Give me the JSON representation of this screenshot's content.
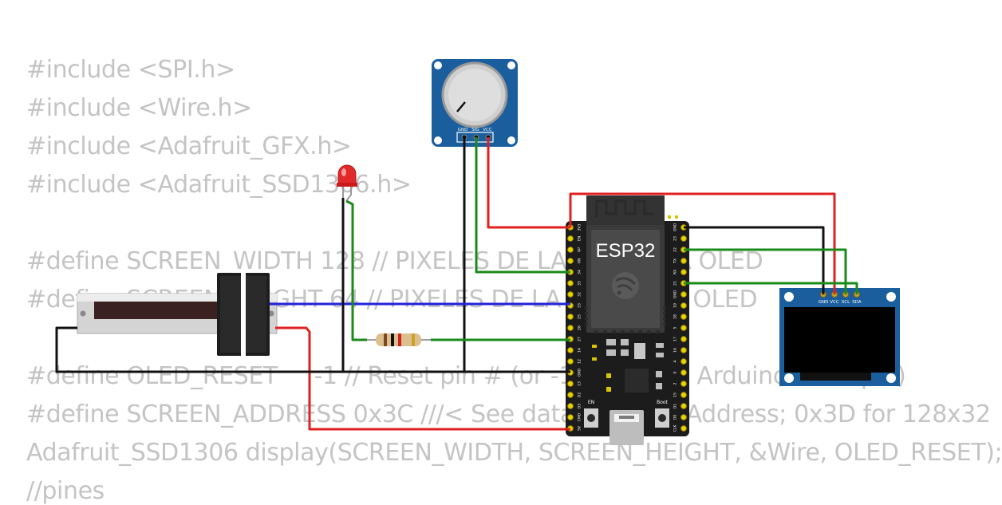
{
  "code_lines": [
    "#include <SPI.h>",
    "#include <Wire.h>",
    "#include <Adafruit_GFX.h>",
    "#include <Adafruit_SSD1306.h>",
    "",
    "#define SCREEN_WIDTH 128 // PIXELES DE LA PANTALLA OLED",
    "#define SCREEN_HEIGHT 64 // PIXELES DE LA PANTALLA OLED",
    "",
    "#define OLED_RESET     -1 // Reset pin # (or -1 if sharing Arduino reset pin)",
    "#define SCREEN_ADDRESS 0x3C ///< See datasheet for Address; 0x3D for 128x32",
    "Adafruit_SSD1306 display(SCREEN_WIDTH, SCREEN_HEIGHT, &Wire, OLED_RESET);",
    "//pines"
  ],
  "esp32": {
    "label": "ESP32",
    "left_pins": [
      "3V3",
      "EN",
      "VP",
      "VN",
      "34",
      "35",
      "32",
      "33",
      "25",
      "26",
      "27",
      "14",
      "12",
      "GND",
      "13",
      "D2",
      "D3",
      "CMD",
      "5V"
    ],
    "right_pins": [
      "GND",
      "23",
      "22",
      "TX",
      "RX",
      "21",
      "GND",
      "19",
      "18",
      "5",
      "17",
      "16",
      "4",
      "0",
      "2",
      "15",
      "D1",
      "D0",
      "CLK"
    ],
    "button_en": "EN",
    "button_boot": "Boot"
  },
  "potentiometer": {
    "pins": [
      "GND",
      "SIG",
      "VCC"
    ]
  },
  "oled": {
    "pins": [
      "GND",
      "VCC",
      "SCL",
      "SDA"
    ]
  },
  "wire_colors": {
    "power": "#e02020",
    "ground": "#111111",
    "signal": "#1a8a1a",
    "slider": "#2222dd"
  }
}
